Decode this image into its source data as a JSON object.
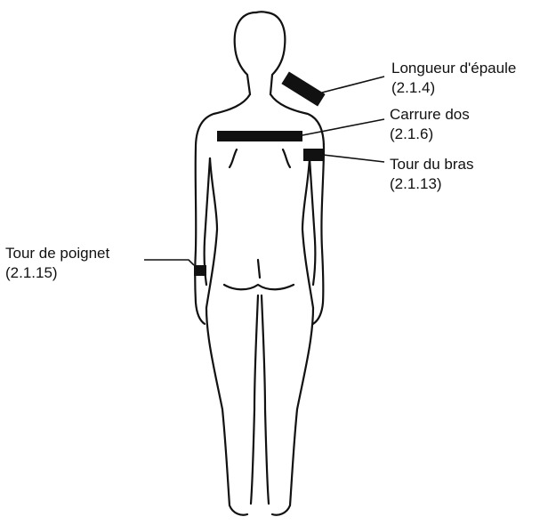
{
  "labels": {
    "shoulder_length": {
      "name": "Longueur d'épaule",
      "code": "(2.1.4)"
    },
    "back_width": {
      "name": "Carrure dos",
      "code": "(2.1.6)"
    },
    "arm_girth": {
      "name": "Tour du bras",
      "code": "(2.1.13)"
    },
    "wrist_girth": {
      "name": "Tour de poignet",
      "code": "(2.1.15)"
    }
  },
  "colors": {
    "ink": "#111111",
    "paper": "#ffffff"
  }
}
